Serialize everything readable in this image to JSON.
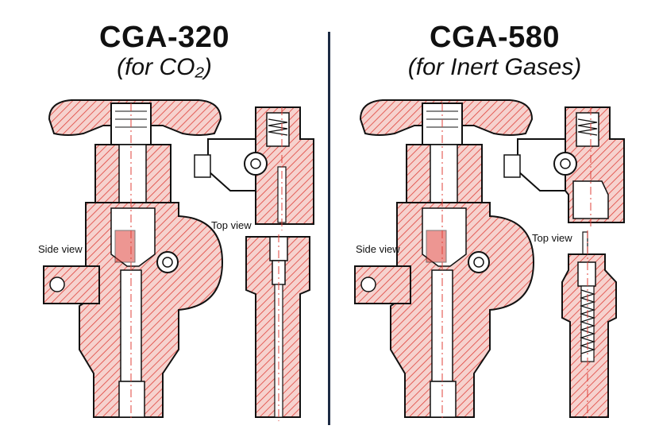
{
  "left": {
    "title": "CGA-320",
    "subtitle": "(for CO₂)",
    "side_label": "Side view",
    "top_label": "Top view"
  },
  "right": {
    "title": "CGA-580",
    "subtitle": "(for Inert Gases)",
    "side_label": "Side view",
    "top_label": "Top view"
  },
  "colors": {
    "section_fill": "#f2c4c0",
    "hatch": "#e0413a",
    "outline": "#111111",
    "divider": "#1d2b44"
  }
}
